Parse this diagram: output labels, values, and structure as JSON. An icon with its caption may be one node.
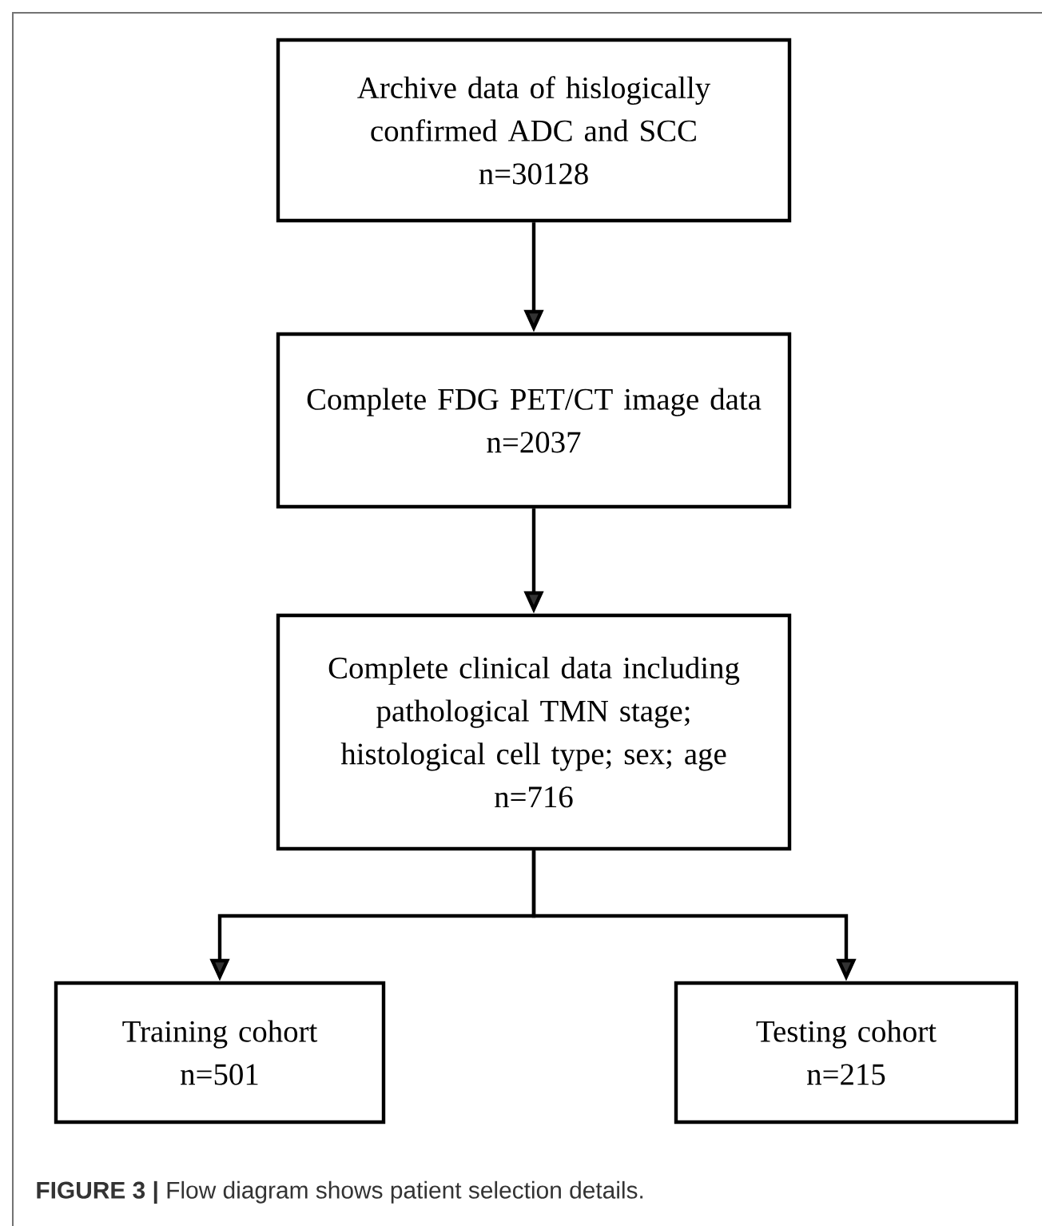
{
  "diagram": {
    "caption": "**FIGURE 3 |** Flow diagram shows patient selection details.",
    "nodes": [
      {
        "text": [
          "Archive data of hislogically confirmed ADC and SCC",
          "n=30128"
        ]
      },
      {
        "text": [
          "Complete FDG PET/CT image data",
          "n=2037"
        ]
      },
      {
        "text": [
          "Complete clinical data including pathological TMN stage; histological cell type; sex; age",
          "n=716"
        ]
      },
      {
        "text": [
          "Training cohort",
          "n=501"
        ]
      },
      {
        "text": [
          "Testing cohort",
          "n=215"
        ]
      }
    ],
    "edges": [
      {
        "from": 0,
        "to": 1,
        "arrow": "to"
      },
      {
        "from": 1,
        "to": 2,
        "arrow": "to"
      },
      {
        "from": 2,
        "to": 3,
        "arrow": "to"
      },
      {
        "from": 2,
        "to": 4,
        "arrow": "to"
      }
    ]
  }
}
